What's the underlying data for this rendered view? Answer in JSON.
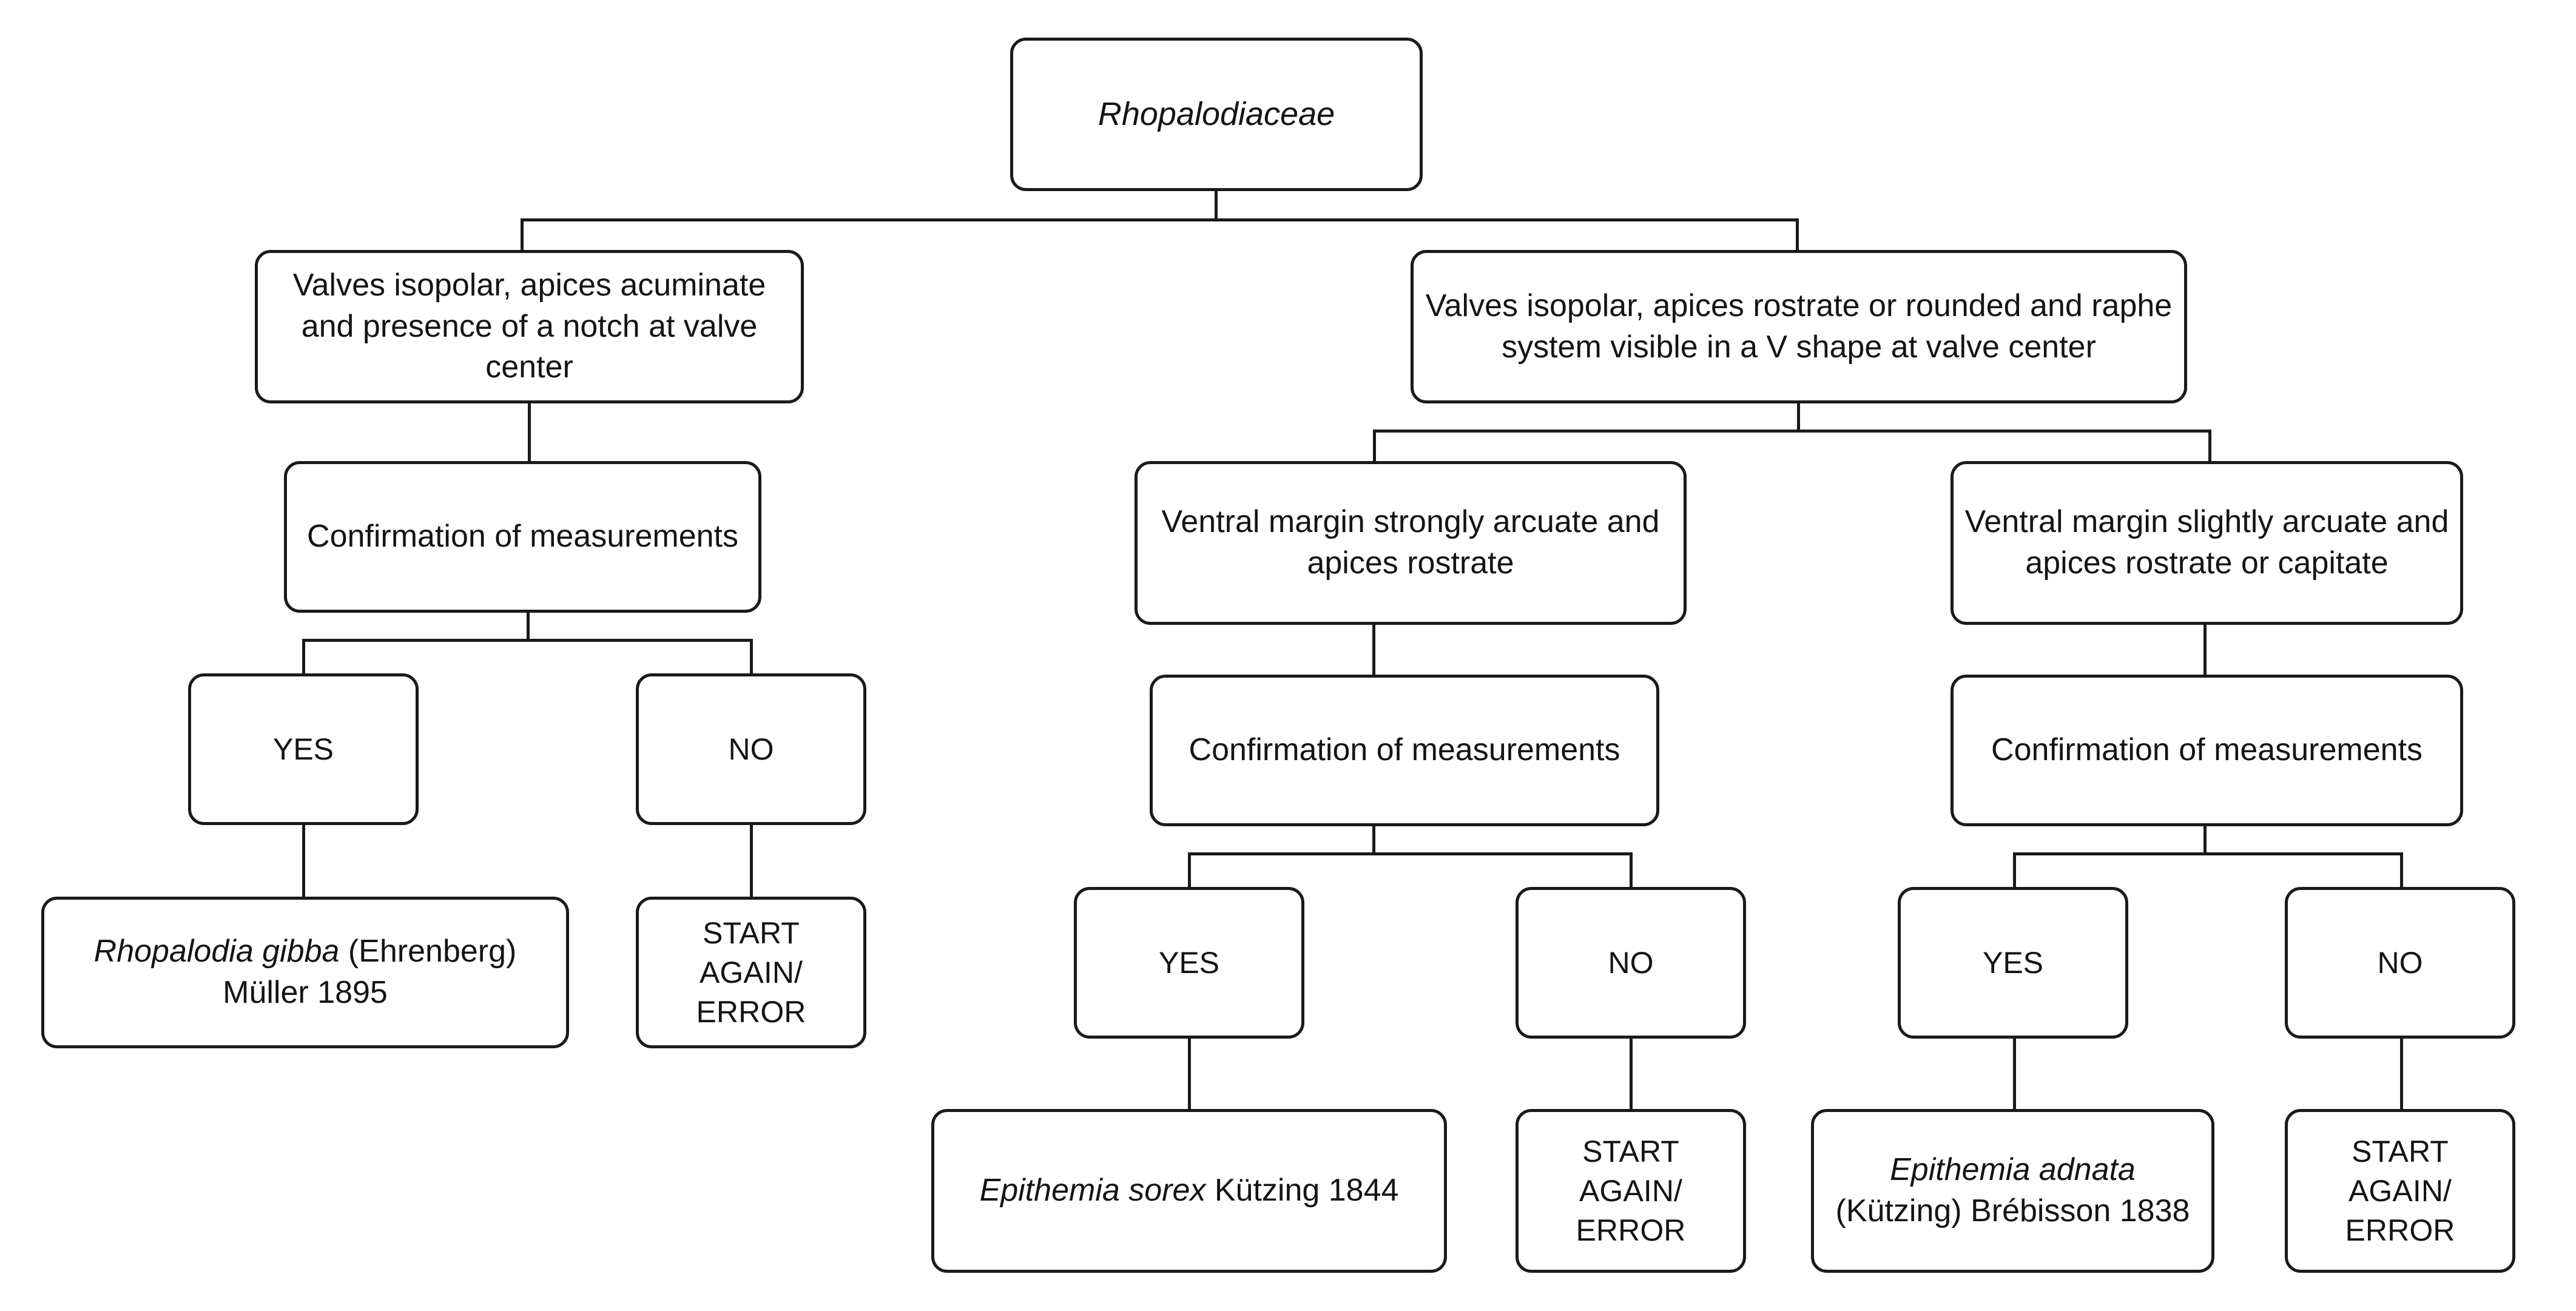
{
  "diagram": {
    "title": "Rhopalodiaceae identification key",
    "type": "decision-tree-flowchart",
    "line_color": "#1a1a1a",
    "box_fill": "#ffffff",
    "text_color": "#141414"
  },
  "nodes": {
    "root": "Rhopalodiaceae",
    "criterion_left": "Valves isopolar, apices acuminate and presence of a notch at valve center",
    "criterion_right": "Valves isopolar, apices rostrate or rounded and raphe system visible in a V shape at valve center",
    "criterion_mid": "Ventral margin strongly arcuate and apices rostrate",
    "criterion_right2": "Ventral margin slightly arcuate and apices rostrate or capitate",
    "confirmation_left": "Confirmation of measurements",
    "confirmation_mid": "Confirmation of measurements",
    "confirmation_right": "Confirmation of measurements",
    "yes_left": "YES",
    "no_left": "NO",
    "yes_mid": "YES",
    "no_mid": "NO",
    "yes_right": "YES",
    "no_right": "NO",
    "taxon_left_italic": "Rhopalodia gibba",
    "taxon_left_rest": " (Ehrenberg) Müller 1895",
    "taxon_mid_italic": "Epithemia sorex",
    "taxon_mid_rest": " Kützing 1844",
    "taxon_right_italic": "Epithemia adnata",
    "taxon_right_rest": " (Kützing) Brébisson 1838",
    "error_left": "START AGAIN/ ERROR",
    "error_mid": "START AGAIN/ ERROR",
    "error_right": "START AGAIN/ ERROR"
  }
}
